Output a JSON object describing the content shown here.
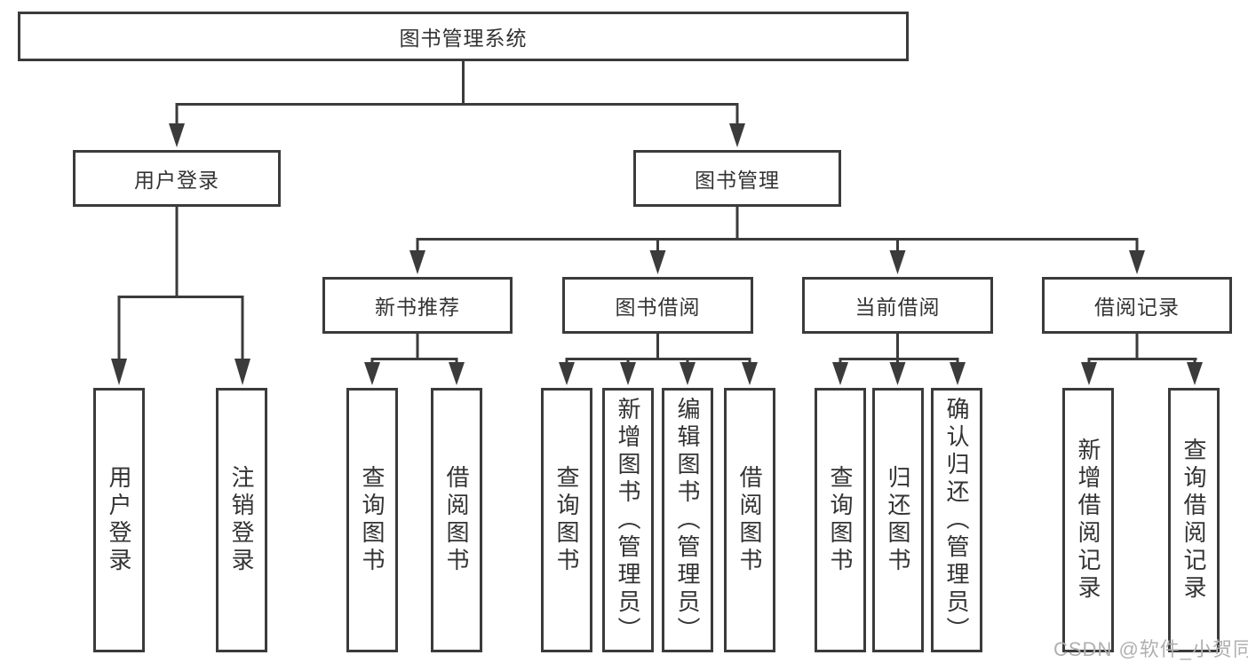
{
  "diagram": {
    "root": {
      "label": "图书管理系统"
    },
    "level1": [
      {
        "label": "用户登录"
      },
      {
        "label": "图书管理"
      }
    ],
    "level2": [
      {
        "label": "新书推荐"
      },
      {
        "label": "图书借阅"
      },
      {
        "label": "当前借阅"
      },
      {
        "label": "借阅记录"
      }
    ],
    "leaves": [
      {
        "parent": "用户登录",
        "label": "用户登录"
      },
      {
        "parent": "用户登录",
        "label": "注销登录"
      },
      {
        "parent": "新书推荐",
        "label": "查询图书"
      },
      {
        "parent": "新书推荐",
        "label": "借阅图书"
      },
      {
        "parent": "图书借阅",
        "label": "查询图书"
      },
      {
        "parent": "图书借阅",
        "label": "新增图书（管理员）"
      },
      {
        "parent": "图书借阅",
        "label": "编辑图书（管理员）"
      },
      {
        "parent": "图书借阅",
        "label": "借阅图书"
      },
      {
        "parent": "当前借阅",
        "label": "查询图书"
      },
      {
        "parent": "当前借阅",
        "label": "归还图书"
      },
      {
        "parent": "当前借阅",
        "label": "确认归还（管理员）"
      },
      {
        "parent": "借阅记录",
        "label": "新增借阅记录"
      },
      {
        "parent": "借阅记录",
        "label": "查询借阅记录"
      }
    ],
    "colors": {
      "line": "#3b3b3b",
      "text": "#333333",
      "background": "#ffffff"
    }
  },
  "watermark": {
    "text": "CSDN @软件_小贺同学",
    "color": "#b0b0b0"
  }
}
